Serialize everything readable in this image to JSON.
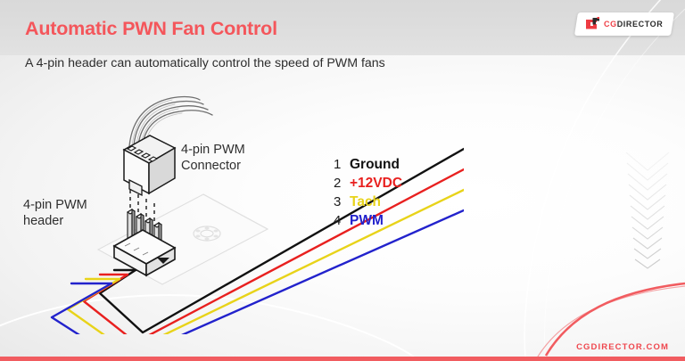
{
  "slide": {
    "title": "Automatic PWN Fan Control",
    "subtitle": "A 4-pin header can automatically control the speed of PWM fans",
    "title_color": "#f4565b",
    "background": "#e9e9e9"
  },
  "logo": {
    "mark_name": "cgdirector-g-mark",
    "text_cg": "CG",
    "text_director": "DIRECTOR",
    "color_red": "#ef3f46",
    "color_dark": "#2b2b2b"
  },
  "diagram": {
    "connector_label": "4-pin PWM\nConnector",
    "header_label": "4-pin PWM\nheader",
    "pins": [
      {
        "number": "1",
        "name": "Ground",
        "color": "#111111"
      },
      {
        "number": "2",
        "name": "+12VDC",
        "color": "#e8201f"
      },
      {
        "number": "3",
        "name": "Tach",
        "color": "#e8d319"
      },
      {
        "number": "4",
        "name": "PWM",
        "color": "#2222cc"
      }
    ]
  },
  "footer": {
    "url": "CGDIRECTOR.COM",
    "bar_color": "#f15c60",
    "url_color": "#ef474e"
  }
}
